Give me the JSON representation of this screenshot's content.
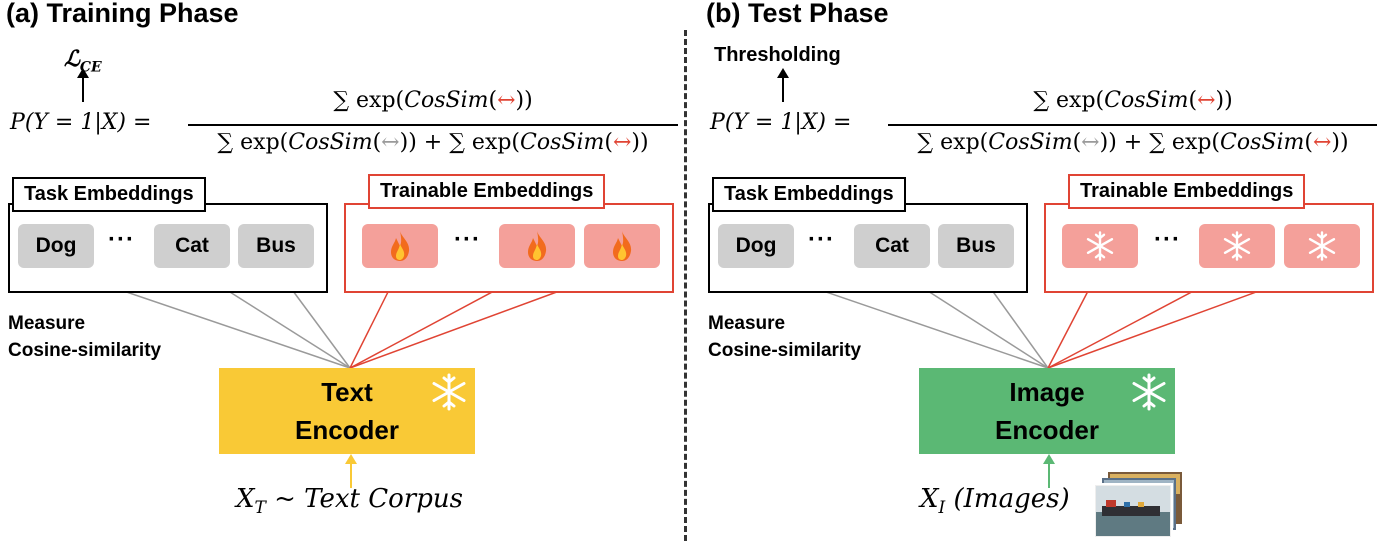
{
  "panel_a": {
    "title": "(a) Training Phase",
    "top_output": "ℒ",
    "top_output_sub": "CE",
    "task_label": "Task Embeddings",
    "trainable_label": "Trainable Embeddings",
    "task_chips": [
      "Dog",
      "Cat",
      "Bus"
    ],
    "ellipsis": "···",
    "measure_line1": "Measure",
    "measure_line2": "Cosine-similarity",
    "encoder_line1": "Text",
    "encoder_line2": "Encoder",
    "encoder_color": "#f9c936",
    "trainable_icon": "fire-icon",
    "input_var": "X",
    "input_sub": "T",
    "input_rest": " ~ Text Corpus"
  },
  "panel_b": {
    "title": "(b) Test Phase",
    "top_output": "Thresholding",
    "task_label": "Task Embeddings",
    "trainable_label": "Trainable Embeddings",
    "task_chips": [
      "Dog",
      "Cat",
      "Bus"
    ],
    "ellipsis": "···",
    "measure_line1": "Measure",
    "measure_line2": "Cosine-similarity",
    "encoder_line1": "Image",
    "encoder_line2": "Encoder",
    "encoder_color": "#5bb874",
    "trainable_icon": "snowflake-icon",
    "input_var": "X",
    "input_sub": "I",
    "input_rest": " (Images)"
  },
  "formula": {
    "lhs_p": "P",
    "lhs_rest": "(Y = 1|X) =",
    "sum": "∑",
    "exp": "exp(",
    "cossim": "CosSim",
    "arrow": "↔",
    "close": "))",
    "plus": " + "
  },
  "colors": {
    "red_accent": "#e04434",
    "gray_line": "#9a9a9a",
    "chip_gray": "#cfcfcf",
    "chip_red": "#f4a09a"
  }
}
